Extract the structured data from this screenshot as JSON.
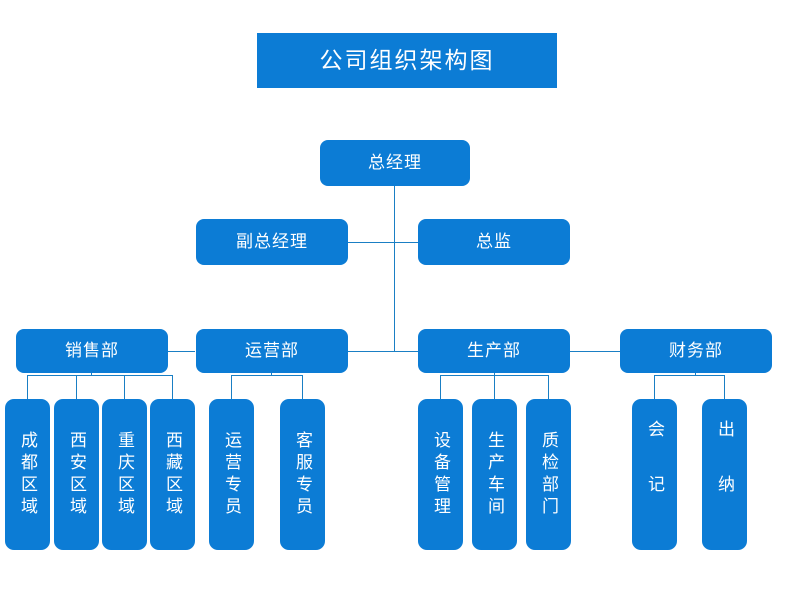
{
  "title": {
    "text": "公司组织架构图"
  },
  "colors": {
    "node_fill": "#0c7cd5",
    "connector": "#1a7fc4",
    "node_text": "#ffffff",
    "background": "#ffffff"
  },
  "chart_data": {
    "type": "diagram",
    "diagram_kind": "organizational-chart",
    "title": "公司组织架构图",
    "orientation": "top-down",
    "nodes": [
      {
        "id": "gm",
        "label": "总经理",
        "level": 0
      },
      {
        "id": "deputy_gm",
        "label": "副总经理",
        "level": 1
      },
      {
        "id": "director",
        "label": "总监",
        "level": 1
      },
      {
        "id": "sales",
        "label": "销售部",
        "level": 2
      },
      {
        "id": "ops",
        "label": "运营部",
        "level": 2
      },
      {
        "id": "prod",
        "label": "生产部",
        "level": 2
      },
      {
        "id": "finance",
        "label": "财务部",
        "level": 2
      },
      {
        "id": "chengdu",
        "label": "成都区域",
        "level": 3,
        "parent": "sales"
      },
      {
        "id": "xian",
        "label": "西安区域",
        "level": 3,
        "parent": "sales"
      },
      {
        "id": "chongqing",
        "label": "重庆区域",
        "level": 3,
        "parent": "sales"
      },
      {
        "id": "xizang",
        "label": "西藏区域",
        "level": 3,
        "parent": "sales"
      },
      {
        "id": "ops_spec",
        "label": "运营专员",
        "level": 3,
        "parent": "ops"
      },
      {
        "id": "cs_spec",
        "label": "客服专员",
        "level": 3,
        "parent": "ops"
      },
      {
        "id": "equipment",
        "label": "设备管理",
        "level": 3,
        "parent": "prod"
      },
      {
        "id": "workshop",
        "label": "生产车间",
        "level": 3,
        "parent": "prod"
      },
      {
        "id": "qc",
        "label": "质检部门",
        "level": 3,
        "parent": "prod"
      },
      {
        "id": "accountant",
        "label": "会记",
        "level": 3,
        "parent": "finance"
      },
      {
        "id": "cashier",
        "label": "出纳",
        "level": 3,
        "parent": "finance"
      }
    ],
    "edges": [
      {
        "from": "gm",
        "to": "deputy_gm"
      },
      {
        "from": "gm",
        "to": "director"
      },
      {
        "from": "gm",
        "to": "sales"
      },
      {
        "from": "gm",
        "to": "ops"
      },
      {
        "from": "gm",
        "to": "prod"
      },
      {
        "from": "gm",
        "to": "finance"
      },
      {
        "from": "sales",
        "to": "chengdu"
      },
      {
        "from": "sales",
        "to": "xian"
      },
      {
        "from": "sales",
        "to": "chongqing"
      },
      {
        "from": "sales",
        "to": "xizang"
      },
      {
        "from": "ops",
        "to": "ops_spec"
      },
      {
        "from": "ops",
        "to": "cs_spec"
      },
      {
        "from": "prod",
        "to": "equipment"
      },
      {
        "from": "prod",
        "to": "workshop"
      },
      {
        "from": "prod",
        "to": "qc"
      },
      {
        "from": "finance",
        "to": "accountant"
      },
      {
        "from": "finance",
        "to": "cashier"
      }
    ]
  },
  "levels": {
    "executive": {
      "gm": "总经理",
      "deputy_gm": "副总经理",
      "director": "总监"
    },
    "departments": {
      "sales": "销售部",
      "ops": "运营部",
      "prod": "生产部",
      "finance": "财务部"
    },
    "sales_teams": {
      "chengdu": "成都区域",
      "xian": "西安区域",
      "chongqing": "重庆区域",
      "xizang": "西藏区域"
    },
    "ops_teams": {
      "ops_spec": "运营专员",
      "cs_spec": "客服专员"
    },
    "prod_teams": {
      "equipment": "设备管理",
      "workshop": "生产车间",
      "qc": "质检部门"
    },
    "finance_teams": {
      "accountant": "会记",
      "cashier": "出纳"
    }
  }
}
